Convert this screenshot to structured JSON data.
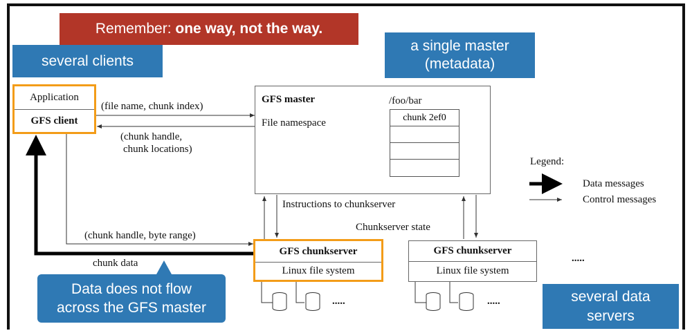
{
  "callouts": {
    "remember_prefix": "Remember: ",
    "remember_bold": "one way, not the way.",
    "several_clients": "several clients",
    "single_master_line1": "a single master",
    "single_master_line2": "(metadata)",
    "no_flow_line1": "Data does not flow",
    "no_flow_line2": "across the GFS master",
    "data_servers_line1": "several data",
    "data_servers_line2": "servers"
  },
  "client": {
    "application": "Application",
    "gfs_client": "GFS client"
  },
  "master": {
    "title": "GFS master",
    "namespace": "File namespace",
    "path": "/foo/bar",
    "chunk_table": [
      "chunk 2ef0",
      "",
      "",
      ""
    ]
  },
  "messages": {
    "file_name_chunk_index": "(file name, chunk index)",
    "chunk_handle_line1": "(chunk handle,",
    "chunk_handle_line2": "chunk locations)",
    "instructions": "Instructions to chunkserver",
    "chunkserver_state": "Chunkserver state",
    "handle_byte_range": "(chunk handle, byte range)",
    "chunk_data": "chunk data"
  },
  "chunkservers": [
    {
      "title": "GFS chunkserver",
      "fs": "Linux file system",
      "more": "....."
    },
    {
      "title": "GFS chunkserver",
      "fs": "Linux file system",
      "more": "....."
    }
  ],
  "more_servers": ".....",
  "legend": {
    "title": "Legend:",
    "data": "Data messages",
    "control": "Control messages"
  },
  "colors": {
    "callout_blue": "#2f79b4",
    "callout_red": "#b23628",
    "highlight_orange": "#f39c18"
  }
}
